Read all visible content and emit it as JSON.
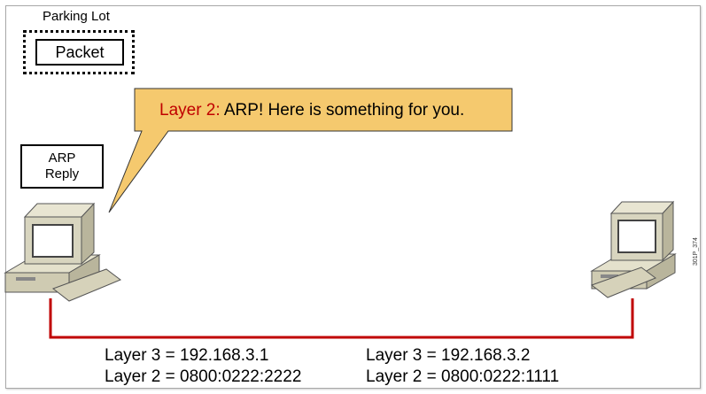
{
  "parking_lot": {
    "label": "Parking Lot",
    "packet": "Packet"
  },
  "arp_reply": {
    "line1": "ARP",
    "line2": "Reply"
  },
  "callout": {
    "prefix": "Layer 2:",
    "message": " ARP! Here is something for you."
  },
  "hosts": [
    {
      "l3": "Layer 3 = 192.168.3.1",
      "l2": "Layer 2 = 0800:0222:2222"
    },
    {
      "l3": "Layer 3 = 192.168.3.2",
      "l2": "Layer 2 = 0800:0222:1111"
    }
  ],
  "figure_code": "301P_374",
  "colors": {
    "link": "#c00000",
    "callout_fill": "#f5c96e",
    "layer_red": "#c00000",
    "computer": "#d8d5bf"
  }
}
